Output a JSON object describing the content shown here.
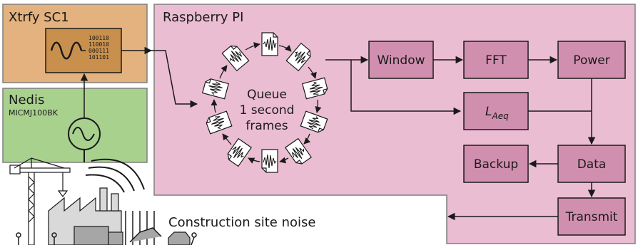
{
  "panels": {
    "xtrfy": {
      "title": "Xtrfy SC1",
      "bits": [
        "100110",
        "110010",
        "000111",
        "101101"
      ]
    },
    "nedis": {
      "title": "Nedis",
      "model": "MICMJ100BK"
    },
    "raspberry": {
      "title": "Raspberry PI"
    }
  },
  "queue": {
    "line1": "Queue",
    "line2": "1 second",
    "line3": "frames"
  },
  "blocks": {
    "window": "Window",
    "fft": "FFT",
    "power": "Power",
    "laeq_main": "L",
    "laeq_sub": "Aeq",
    "backup": "Backup",
    "data": "Data",
    "transmit": "Transmit"
  },
  "scene": {
    "caption": "Construction site noise"
  },
  "colors": {
    "xtrfy_fill": "#e3b27e",
    "nedis_fill": "#a9d18e",
    "pi_fill": "#ebbdd2",
    "block_fill": "#d18fb0",
    "gray": "#bfbfbf"
  },
  "icons": [
    "sine-wave-icon",
    "binary-icon",
    "microphone-icon",
    "document-icon",
    "crane-icon",
    "factory-icon",
    "truck-icon",
    "excavator-icon",
    "car-icon",
    "person-icon",
    "sound-waves-icon"
  ]
}
